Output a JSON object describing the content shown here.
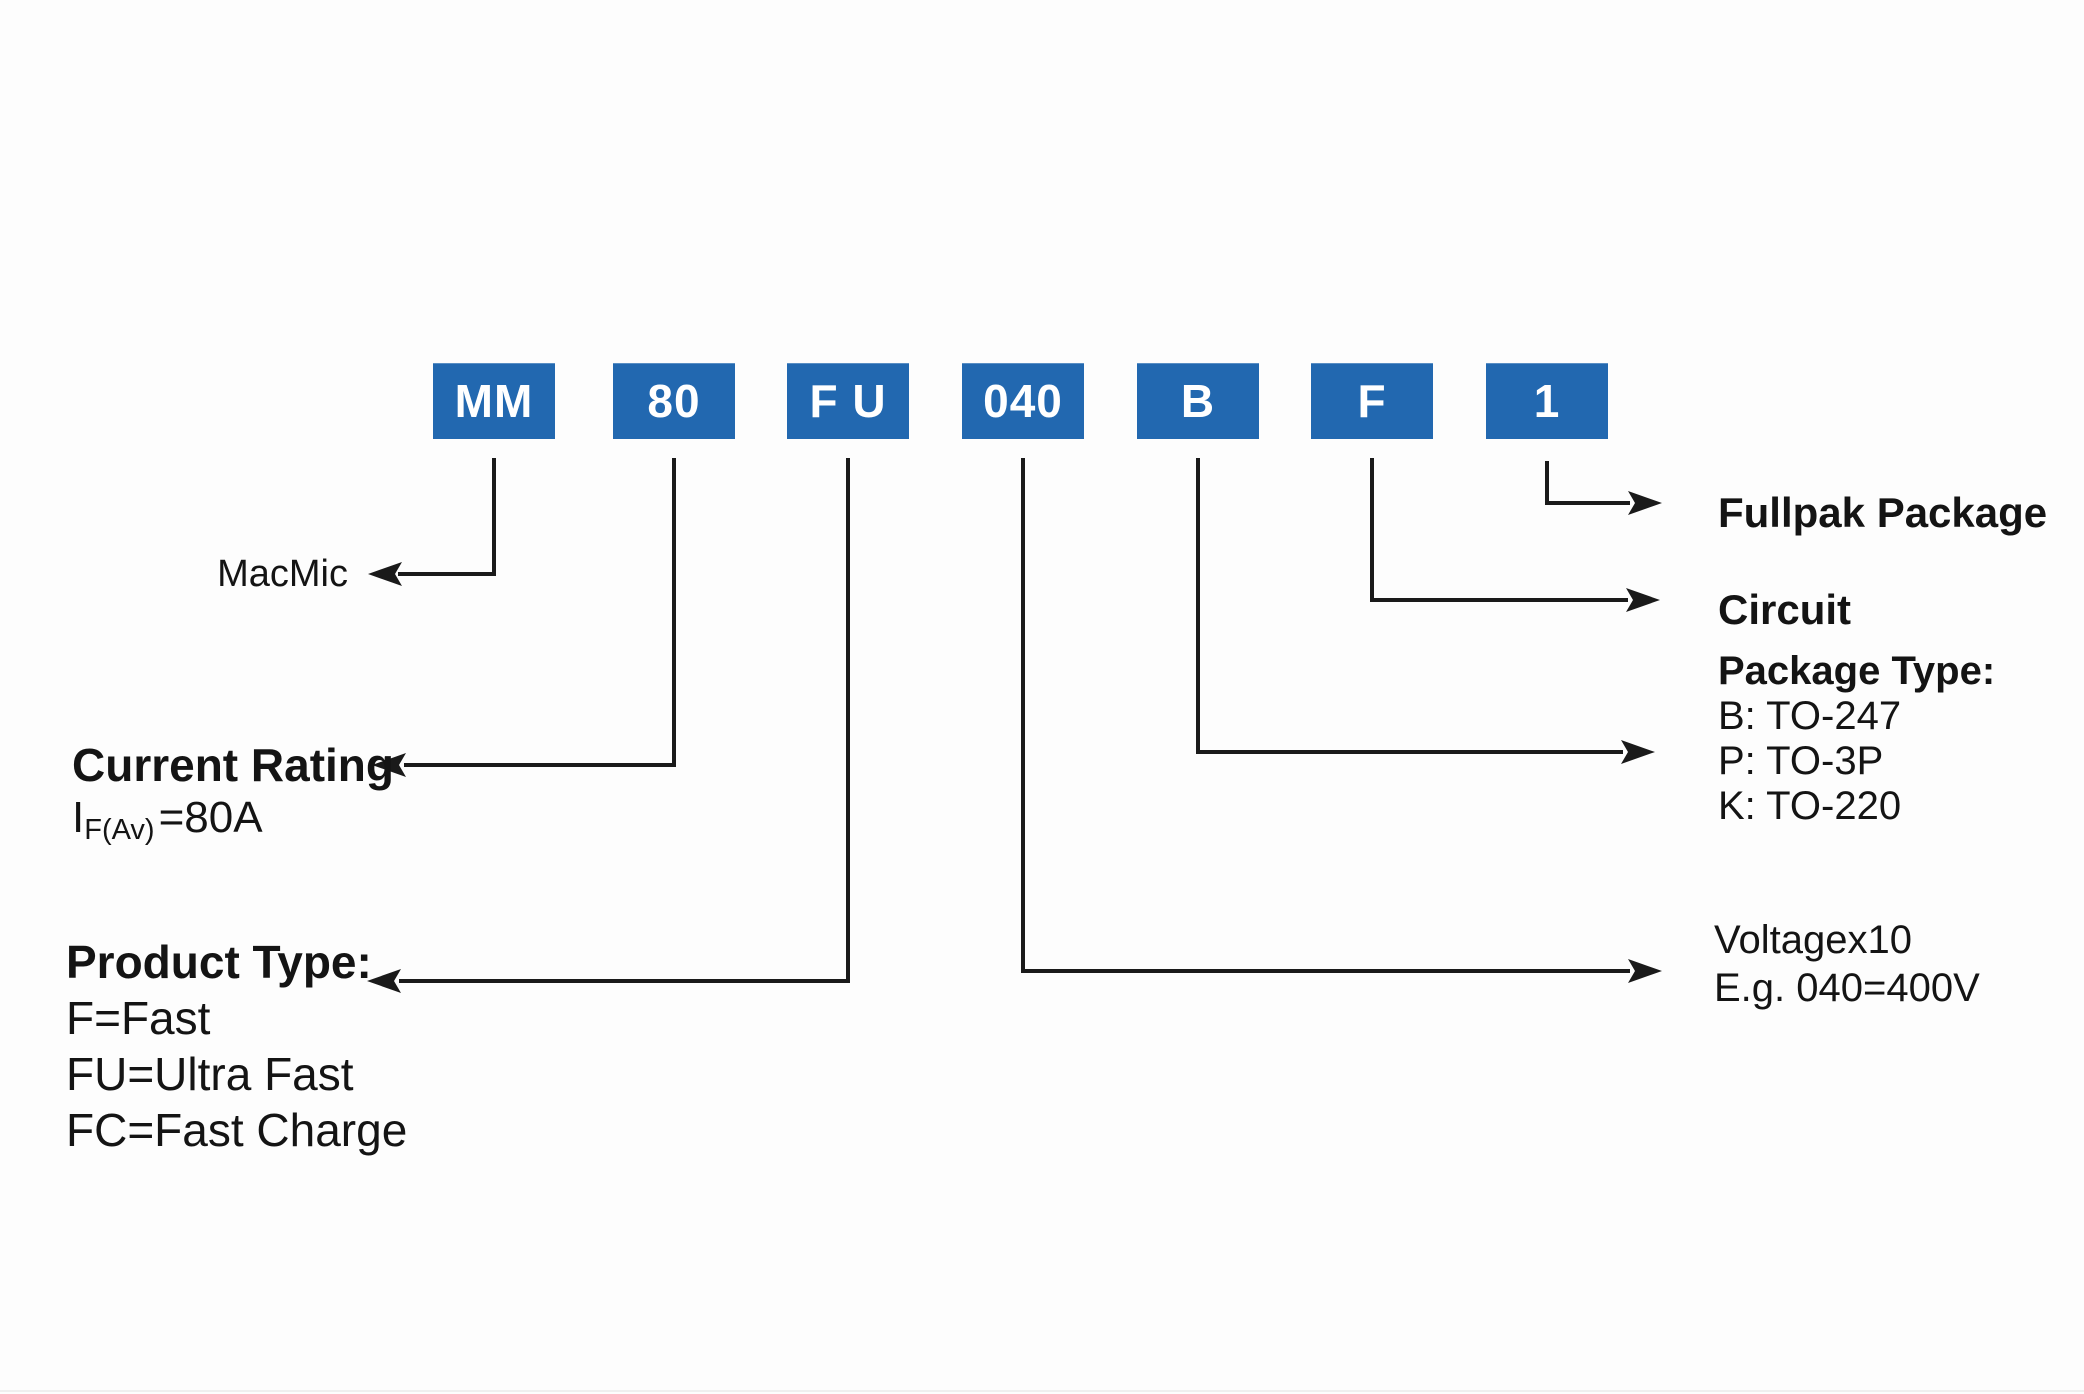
{
  "diagram": {
    "code_boxes": [
      {
        "label": "MM"
      },
      {
        "label": "80"
      },
      {
        "label": "F U"
      },
      {
        "label": "040"
      },
      {
        "label": "B"
      },
      {
        "label": "F"
      },
      {
        "label": "1"
      }
    ],
    "annotations": {
      "macmic": {
        "label": "MacMic"
      },
      "current_rating": {
        "title": "Current Rating",
        "formula": {
          "base": "I",
          "subscript": "F(Av)",
          "rest": "=80A"
        }
      },
      "product_type": {
        "title": "Product Type:",
        "options": [
          "F=Fast",
          "FU=Ultra Fast",
          "FC=Fast Charge"
        ]
      },
      "voltage": {
        "line1": "Voltagex10",
        "line2": "E.g. 040=400V"
      },
      "package_type": {
        "title": "Package Type:",
        "options": [
          "B: TO-247",
          "P: TO-3P",
          "K: TO-220"
        ]
      },
      "circuit": {
        "label": "Circuit"
      },
      "fullpak": {
        "label": "Fullpak Package"
      }
    }
  },
  "colors": {
    "box_fill": "#2268b0",
    "box_text": "#ffffff",
    "line": "#1a1a1a",
    "text": "#141414",
    "background": "#fdfdfd"
  }
}
